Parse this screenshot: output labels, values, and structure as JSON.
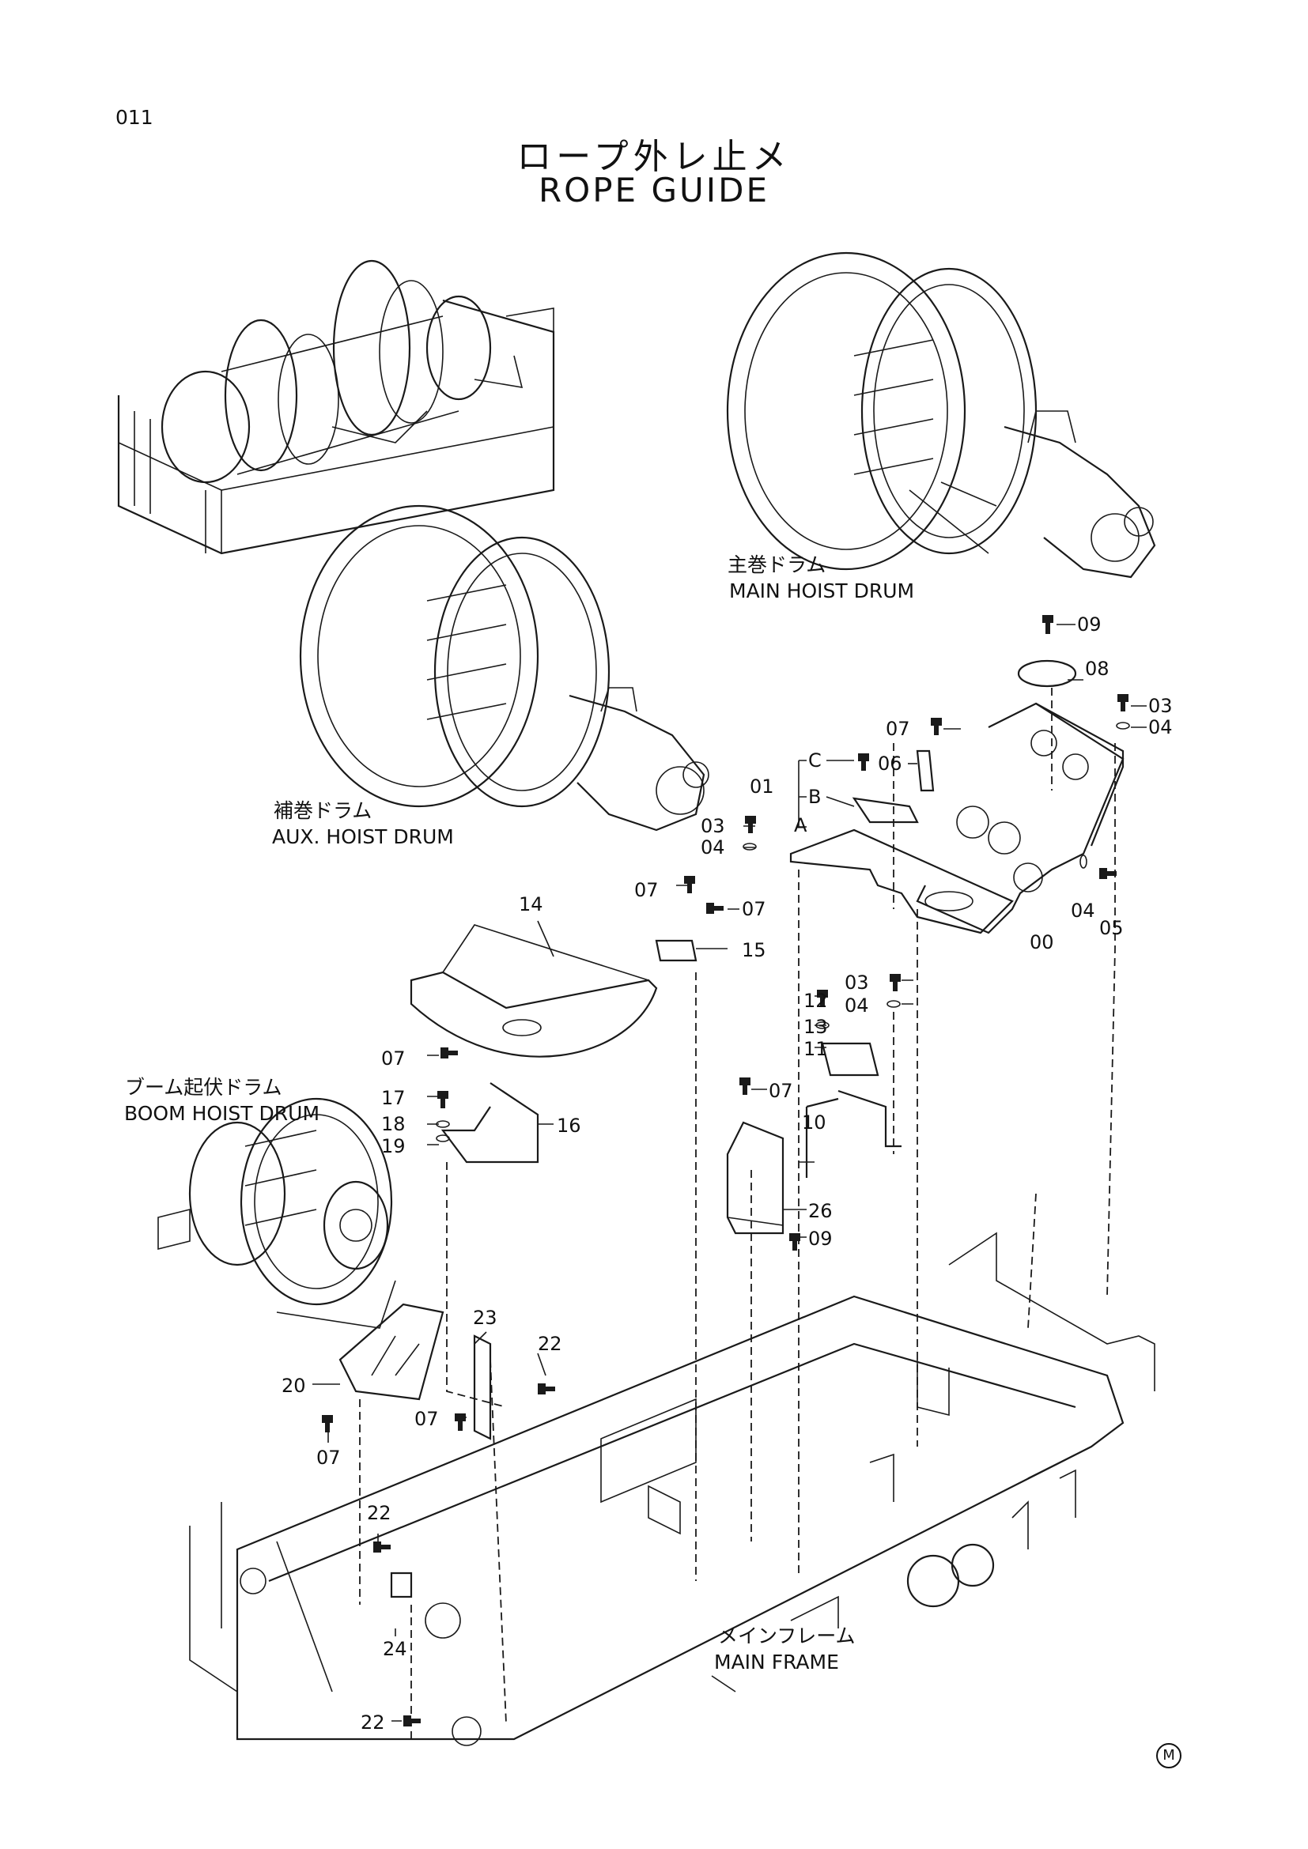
{
  "page_number": "011",
  "title_ja": "ロープ外レ止メ",
  "title_en": "ROPE GUIDE",
  "assemblies": {
    "main_drum": {
      "ja": "主巻ドラム",
      "en": "MAIN HOIST DRUM"
    },
    "aux_drum": {
      "ja": "補巻ドラム",
      "en": "AUX. HOIST DRUM"
    },
    "boom_drum": {
      "ja": "ブーム起伏ドラム",
      "en": "BOOM HOIST DRUM"
    },
    "main_frame": {
      "ja": "メインフレーム",
      "en": "MAIN FRAME"
    }
  },
  "callouts": [
    {
      "id": "c09a",
      "text": "09"
    },
    {
      "id": "c08",
      "text": "08"
    },
    {
      "id": "c03a",
      "text": "03"
    },
    {
      "id": "c04a",
      "text": "04"
    },
    {
      "id": "c07a",
      "text": "07"
    },
    {
      "id": "c06",
      "text": "06"
    },
    {
      "id": "cC",
      "text": "C"
    },
    {
      "id": "c01",
      "text": "01"
    },
    {
      "id": "cB",
      "text": "B"
    },
    {
      "id": "cA",
      "text": "A"
    },
    {
      "id": "c03b",
      "text": "03"
    },
    {
      "id": "c04b",
      "text": "04"
    },
    {
      "id": "c04c",
      "text": "04"
    },
    {
      "id": "c05",
      "text": "05"
    },
    {
      "id": "c00",
      "text": "00"
    },
    {
      "id": "c14",
      "text": "14"
    },
    {
      "id": "c07b",
      "text": "07"
    },
    {
      "id": "c07c",
      "text": "07"
    },
    {
      "id": "c15",
      "text": "15"
    },
    {
      "id": "c03c",
      "text": "03"
    },
    {
      "id": "c04d",
      "text": "04"
    },
    {
      "id": "c12",
      "text": "12"
    },
    {
      "id": "c13",
      "text": "13"
    },
    {
      "id": "c11",
      "text": "11"
    },
    {
      "id": "c07d",
      "text": "07"
    },
    {
      "id": "c17",
      "text": "17"
    },
    {
      "id": "c18",
      "text": "18"
    },
    {
      "id": "c19",
      "text": "19"
    },
    {
      "id": "c16",
      "text": "16"
    },
    {
      "id": "c07e",
      "text": "07"
    },
    {
      "id": "c10",
      "text": "10"
    },
    {
      "id": "c26",
      "text": "26"
    },
    {
      "id": "c09b",
      "text": "09"
    },
    {
      "id": "c23",
      "text": "23"
    },
    {
      "id": "c22a",
      "text": "22"
    },
    {
      "id": "c20",
      "text": "20"
    },
    {
      "id": "c07f",
      "text": "07"
    },
    {
      "id": "c07g",
      "text": "07"
    },
    {
      "id": "c22b",
      "text": "22"
    },
    {
      "id": "c24",
      "text": "24"
    },
    {
      "id": "c22c",
      "text": "22"
    }
  ],
  "mark": "M"
}
